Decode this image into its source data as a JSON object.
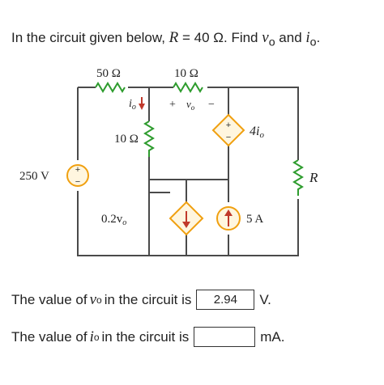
{
  "question": {
    "prefix": "In the circuit given below, ",
    "r_symbol": "R",
    "r_value": " = 40 Ω. Find ",
    "vo_symbol": "v",
    "vo_sub": "o",
    "and_text": " and ",
    "io_symbol": "i",
    "io_sub": "o",
    "suffix": "."
  },
  "circuit": {
    "r1_label": "50 Ω",
    "r2_label": "10 Ω",
    "r3_label": "10 Ω",
    "vsrc_label": "250 V",
    "dep_vsrc_label": "4i",
    "dep_vsrc_sub": "o",
    "dep_isrc_label": "0.2v",
    "dep_isrc_sub": "o",
    "isrc_label": "5 A",
    "r_label": "R",
    "io_label": "i",
    "io_sub": "o",
    "vo_plus": "+",
    "vo_label": "v",
    "vo_sub": "o",
    "vo_minus": "−",
    "plus_sign": "+",
    "minus_sign": "−",
    "colors": {
      "wire": "#4a4a4a",
      "resistor": "#2e9c2e",
      "source": "#f0a010",
      "source_fill": "#fff6df"
    }
  },
  "answers": [
    {
      "prefix": "The value of ",
      "sym": "v",
      "sub": "o",
      "middle": " in the circuit is",
      "value": "2.94",
      "unit": "V."
    },
    {
      "prefix": "The value of ",
      "sym": "i",
      "sub": "o",
      "middle": " in the circuit is",
      "value": "",
      "unit": "mA."
    }
  ]
}
